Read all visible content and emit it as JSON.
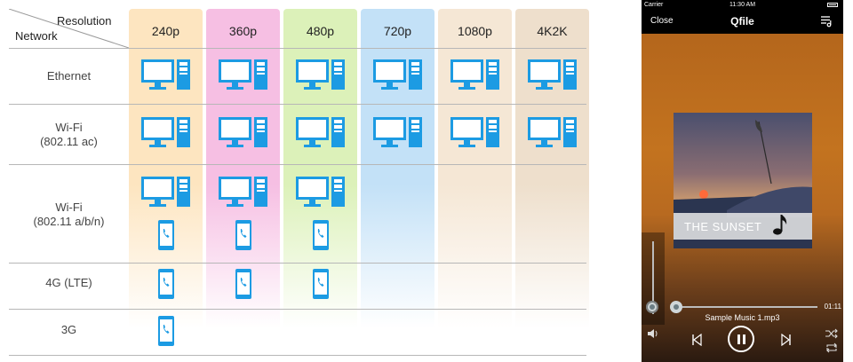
{
  "table": {
    "corner": {
      "resolution_label": "Resolution",
      "network_label": "Network"
    },
    "columns": [
      {
        "label": "240p",
        "color": "#fde5c0"
      },
      {
        "label": "360p",
        "color": "#f6bfe3"
      },
      {
        "label": "480p",
        "color": "#dcf1b9"
      },
      {
        "label": "720p",
        "color": "#c3e1f7"
      },
      {
        "label": "1080p",
        "color": "#f5e7d5"
      },
      {
        "label": "4K2K",
        "color": "#eedfcc"
      }
    ],
    "rows": [
      {
        "label": "Ethernet",
        "pc": [
          true,
          true,
          true,
          true,
          true,
          true
        ],
        "phone": [
          false,
          false,
          false,
          false,
          false,
          false
        ]
      },
      {
        "label": "Wi-Fi\n(802.11 ac)",
        "pc": [
          true,
          true,
          true,
          true,
          true,
          true
        ],
        "phone": [
          false,
          false,
          false,
          false,
          false,
          false
        ]
      },
      {
        "label": "Wi-Fi\n(802.11 a/b/n)",
        "pc": [
          true,
          true,
          true,
          false,
          false,
          false
        ],
        "phone": [
          true,
          true,
          true,
          false,
          false,
          false
        ]
      },
      {
        "label": "4G (LTE)",
        "pc": [
          false,
          false,
          false,
          false,
          false,
          false
        ],
        "phone": [
          true,
          true,
          true,
          false,
          false,
          false
        ]
      },
      {
        "label": "3G",
        "pc": [
          false,
          false,
          false,
          false,
          false,
          false
        ],
        "phone": [
          true,
          false,
          false,
          false,
          false,
          false
        ]
      }
    ],
    "icon_color": "#1c9be3",
    "icons": {
      "pc": "desktop-computer-icon",
      "phone": "smartphone-icon"
    }
  },
  "phone": {
    "status": {
      "carrier": "Carrier",
      "time": "11:30 AM"
    },
    "nav": {
      "close": "Close",
      "title": "Qfile",
      "menu_icon": "playlist-icon"
    },
    "album": {
      "title": "THE SUNSET",
      "note_icon": "music-note-icon"
    },
    "track": {
      "name": "Sample Music 1.mp3",
      "duration": "01:11",
      "progress": 0.0,
      "volume": 0.0
    },
    "controls": {
      "volume_icon": "speaker-icon",
      "prev_icon": "previous-track-icon",
      "play_icon": "pause-icon",
      "next_icon": "next-track-icon",
      "shuffle_icon": "shuffle-icon",
      "repeat_icon": "repeat-icon"
    }
  }
}
